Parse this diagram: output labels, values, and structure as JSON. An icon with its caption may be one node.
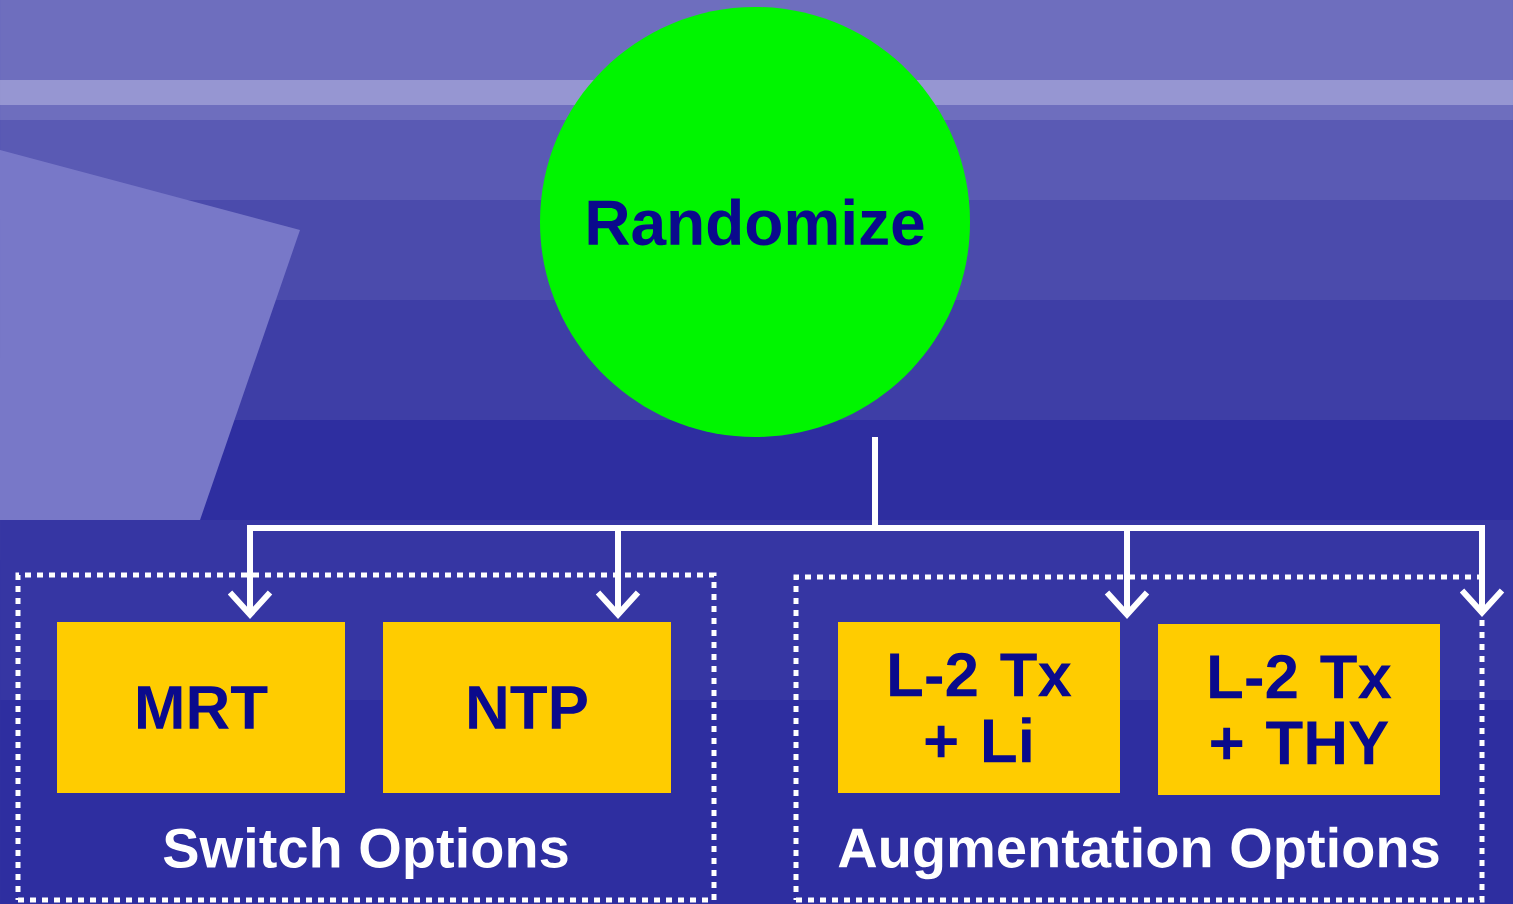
{
  "diagram": {
    "nodes": [
      {
        "text": [
          "Randomize"
        ]
      },
      {
        "text": [
          "Switch Options"
        ]
      },
      {
        "text": [
          "MRT"
        ],
        "in": 1
      },
      {
        "text": [
          "NTP"
        ],
        "in": 1
      },
      {
        "text": [
          "Augmentation Options"
        ]
      },
      {
        "text": [
          "L-2 Tx + Li"
        ],
        "in": 4
      },
      {
        "text": [
          "L-2 Tx + THY"
        ],
        "in": 4
      }
    ],
    "edges": [
      {
        "from": 0,
        "to": 2,
        "arrow": "to"
      },
      {
        "from": 0,
        "to": 3,
        "arrow": "to"
      },
      {
        "from": 0,
        "to": 5,
        "arrow": "to"
      },
      {
        "from": 0,
        "to": 4,
        "arrow": "to"
      }
    ]
  }
}
